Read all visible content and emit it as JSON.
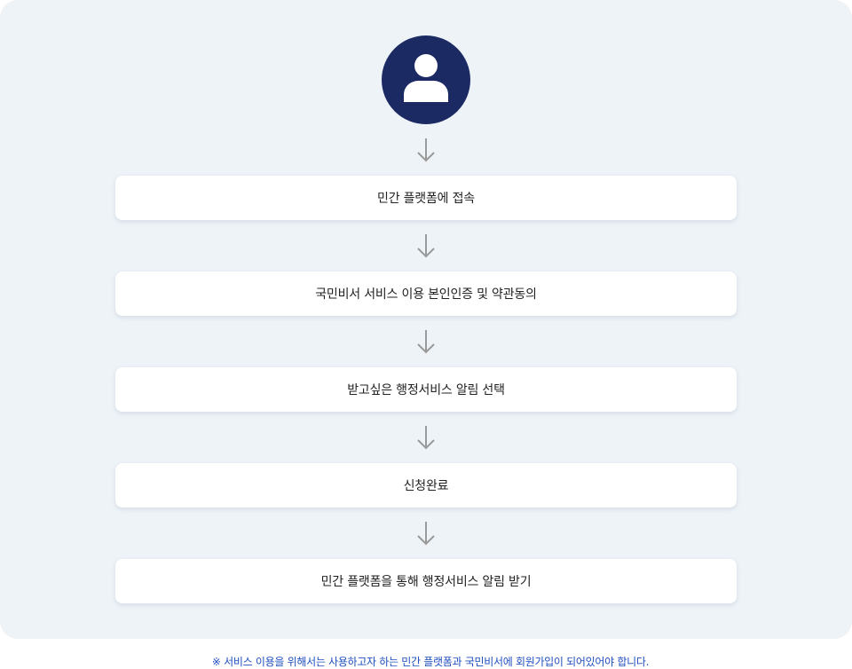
{
  "user_icon": "user-icon",
  "colors": {
    "panel_background": "#eef3f8",
    "avatar_background": "#1b2a63",
    "arrow": "#9a9a9a",
    "step_background": "#ffffff",
    "footnote_text": "#1f4fbf"
  },
  "flow": {
    "steps": [
      {
        "label": "민간 플랫폼에 접속"
      },
      {
        "label": "국민비서 서비스 이용 본인인증 및 약관동의"
      },
      {
        "label": "받고싶은 행정서비스 알림 선택"
      },
      {
        "label": "신청완료"
      },
      {
        "label": "민간 플랫폼을 통해 행정서비스 알림 받기"
      }
    ]
  },
  "footnote": "※ 서비스 이용을 위해서는 사용하고자 하는 민간 플랫폼과 국민비서에 회원가입이 되어있어야 합니다."
}
